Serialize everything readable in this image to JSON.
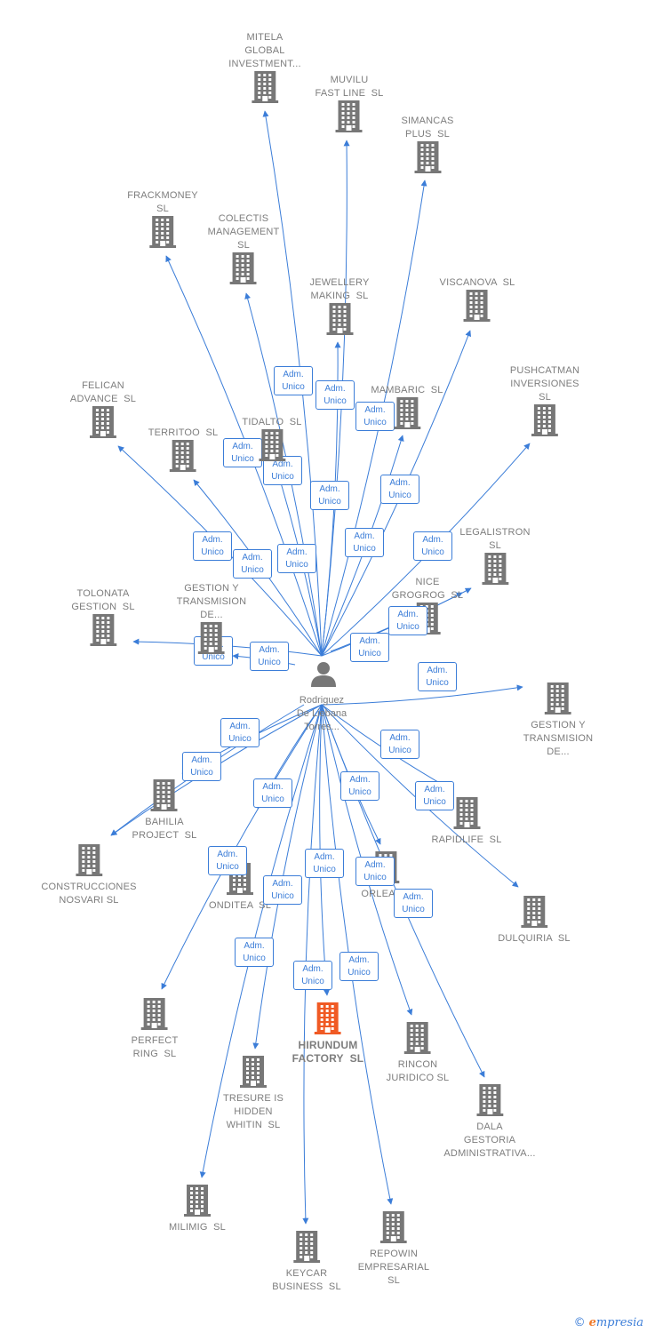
{
  "center": {
    "label": "Rodriguez\nDe Liebana\nTorres..."
  },
  "badge": {
    "line1": "Adm.",
    "line2": "Unico"
  },
  "brand": {
    "copyright": "©",
    "first_letter": "e",
    "rest": "mpresia"
  },
  "colors": {
    "edge": "#3b7dd8",
    "node": "#777777",
    "highlight": "#f05a24"
  },
  "nodes": [
    {
      "id": "mitela",
      "label": "MITELA\nGLOBAL\nINVESTMENT..."
    },
    {
      "id": "muvilu",
      "label": "MUVILU\nFAST LINE  SL"
    },
    {
      "id": "simancas",
      "label": "SIMANCAS\nPLUS  SL"
    },
    {
      "id": "frackmoney",
      "label": "FRACKMONEY\nSL"
    },
    {
      "id": "colectis",
      "label": "COLECTIS\nMANAGEMENT\nSL"
    },
    {
      "id": "jewellery",
      "label": "JEWELLERY\nMAKING  SL"
    },
    {
      "id": "viscanova",
      "label": "VISCANOVA  SL"
    },
    {
      "id": "felican",
      "label": "FELICAN\nADVANCE  SL"
    },
    {
      "id": "mambaric",
      "label": "MAMBARIC  SL"
    },
    {
      "id": "pushcatman",
      "label": "PUSHCATMAN\nINVERSIONES\nSL"
    },
    {
      "id": "territoo",
      "label": "TERRITOO  SL"
    },
    {
      "id": "tidalto",
      "label": "TIDALTO  SL"
    },
    {
      "id": "legalistron",
      "label": "LEGALISTRON\nSL"
    },
    {
      "id": "tolonata",
      "label": "TOLONATA\nGESTION  SL"
    },
    {
      "id": "gestion1",
      "label": "GESTION Y\nTRANSMISION\nDE..."
    },
    {
      "id": "nicegrogrog",
      "label": "NICE\nGROGROG  SL"
    },
    {
      "id": "gestion2",
      "label": "GESTION Y\nTRANSMISION\nDE..."
    },
    {
      "id": "bahilia",
      "label": "BAHILIA\nPROJECT  SL"
    },
    {
      "id": "rapidlife",
      "label": "RAPIDLIFE  SL"
    },
    {
      "id": "construcciones",
      "label": "CONSTRUCCIONES\nNOSVARI SL"
    },
    {
      "id": "onditea",
      "label": "ONDITEA  SL"
    },
    {
      "id": "orleagu",
      "label": "ORLEAGU"
    },
    {
      "id": "dulquiria",
      "label": "DULQUIRIA  SL"
    },
    {
      "id": "perfect",
      "label": "PERFECT\nRING  SL"
    },
    {
      "id": "hirundum",
      "label": "HIRUNDUM\nFACTORY  SL"
    },
    {
      "id": "rincon",
      "label": "RINCON\nJURIDICO SL"
    },
    {
      "id": "tresure",
      "label": "TRESURE IS\nHIDDEN\nWHITIN  SL"
    },
    {
      "id": "dala",
      "label": "DALA\nGESTORIA\nADMINISTRATIVA..."
    },
    {
      "id": "milimig",
      "label": "MILIMIG  SL"
    },
    {
      "id": "keycar",
      "label": "KEYCAR\nBUSINESS  SL"
    },
    {
      "id": "repowin",
      "label": "REPOWIN\nEMPRESARIAL\nSL"
    }
  ]
}
